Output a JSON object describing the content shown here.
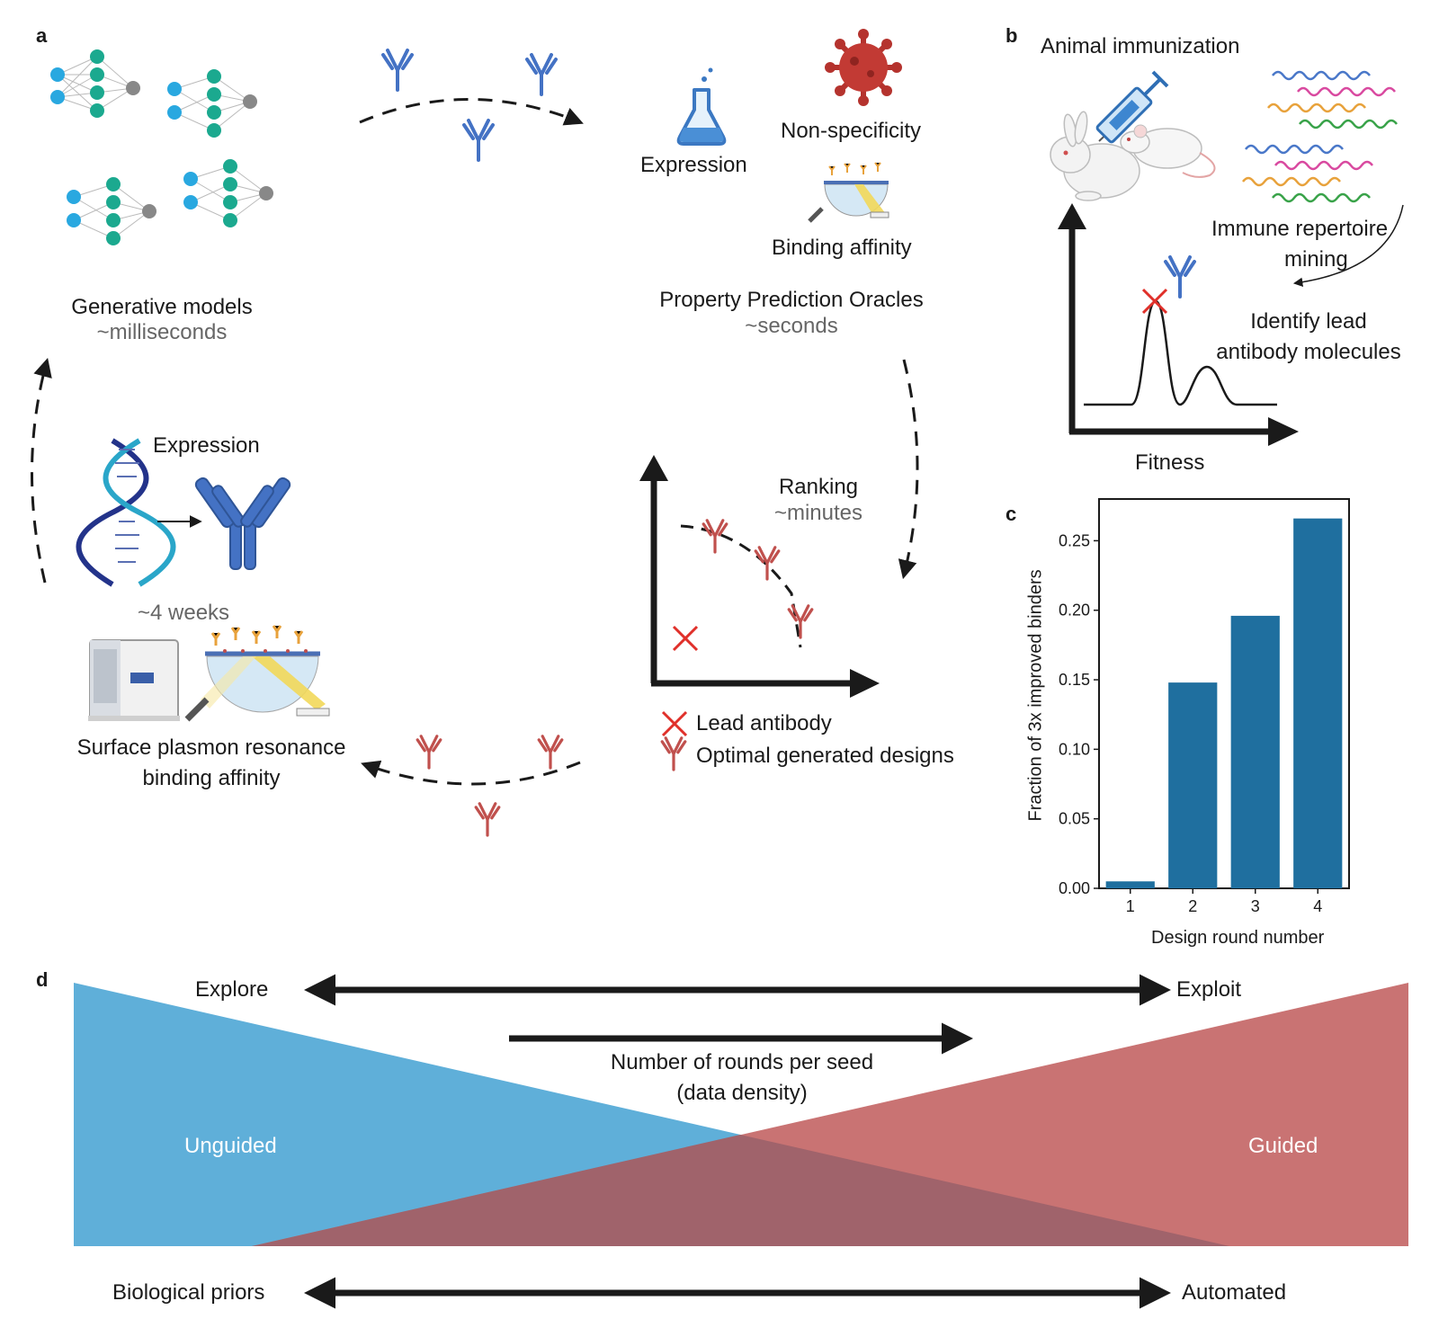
{
  "panels": {
    "a": "a",
    "b": "b",
    "c": "c",
    "d": "d"
  },
  "panel_a": {
    "generative": {
      "title": "Generative models",
      "time": "~milliseconds"
    },
    "oracles": {
      "expression": "Expression",
      "nonspecificity": "Non-specificity",
      "binding": "Binding affinity",
      "title": "Property Prediction Oracles",
      "time": "~seconds"
    },
    "ranking": {
      "title": "Ranking",
      "time": "~minutes"
    },
    "legend": {
      "lead": "Lead antibody",
      "designs": "Optimal generated designs"
    },
    "wetlab": {
      "expression": "Expression",
      "time": "~4 weeks",
      "spr_line1": "Surface plasmon resonance",
      "spr_line2": "binding affinity"
    }
  },
  "panel_b": {
    "immunization": "Animal immunization",
    "repertoire_line1": "Immune repertoire",
    "repertoire_line2": "mining",
    "lead_line1": "Identify lead",
    "lead_line2": "antibody molecules",
    "xlabel": "Fitness"
  },
  "panel_d": {
    "explore": "Explore",
    "exploit": "Exploit",
    "rounds_line1": "Number of rounds per seed",
    "rounds_line2": "(data density)",
    "unguided": "Unguided",
    "guided": "Guided",
    "priors": "Biological priors",
    "automated": "Automated"
  },
  "colors": {
    "blue_antibody": "#4472c4",
    "red_antibody": "#c0504d",
    "bar": "#1f6f9f",
    "unguided": "#5fafd9",
    "guided": "#c97373",
    "overlap": "#a0636b"
  },
  "chart_data": {
    "type": "bar",
    "categories": [
      "1",
      "2",
      "3",
      "4"
    ],
    "values": [
      0.005,
      0.148,
      0.196,
      0.266
    ],
    "xlabel": "Design round number",
    "ylabel": "Fraction of 3x improved binders",
    "ylim": [
      0,
      0.28
    ],
    "yticks": [
      "0.00",
      "0.05",
      "0.10",
      "0.15",
      "0.20",
      "0.25"
    ],
    "grid": false
  }
}
